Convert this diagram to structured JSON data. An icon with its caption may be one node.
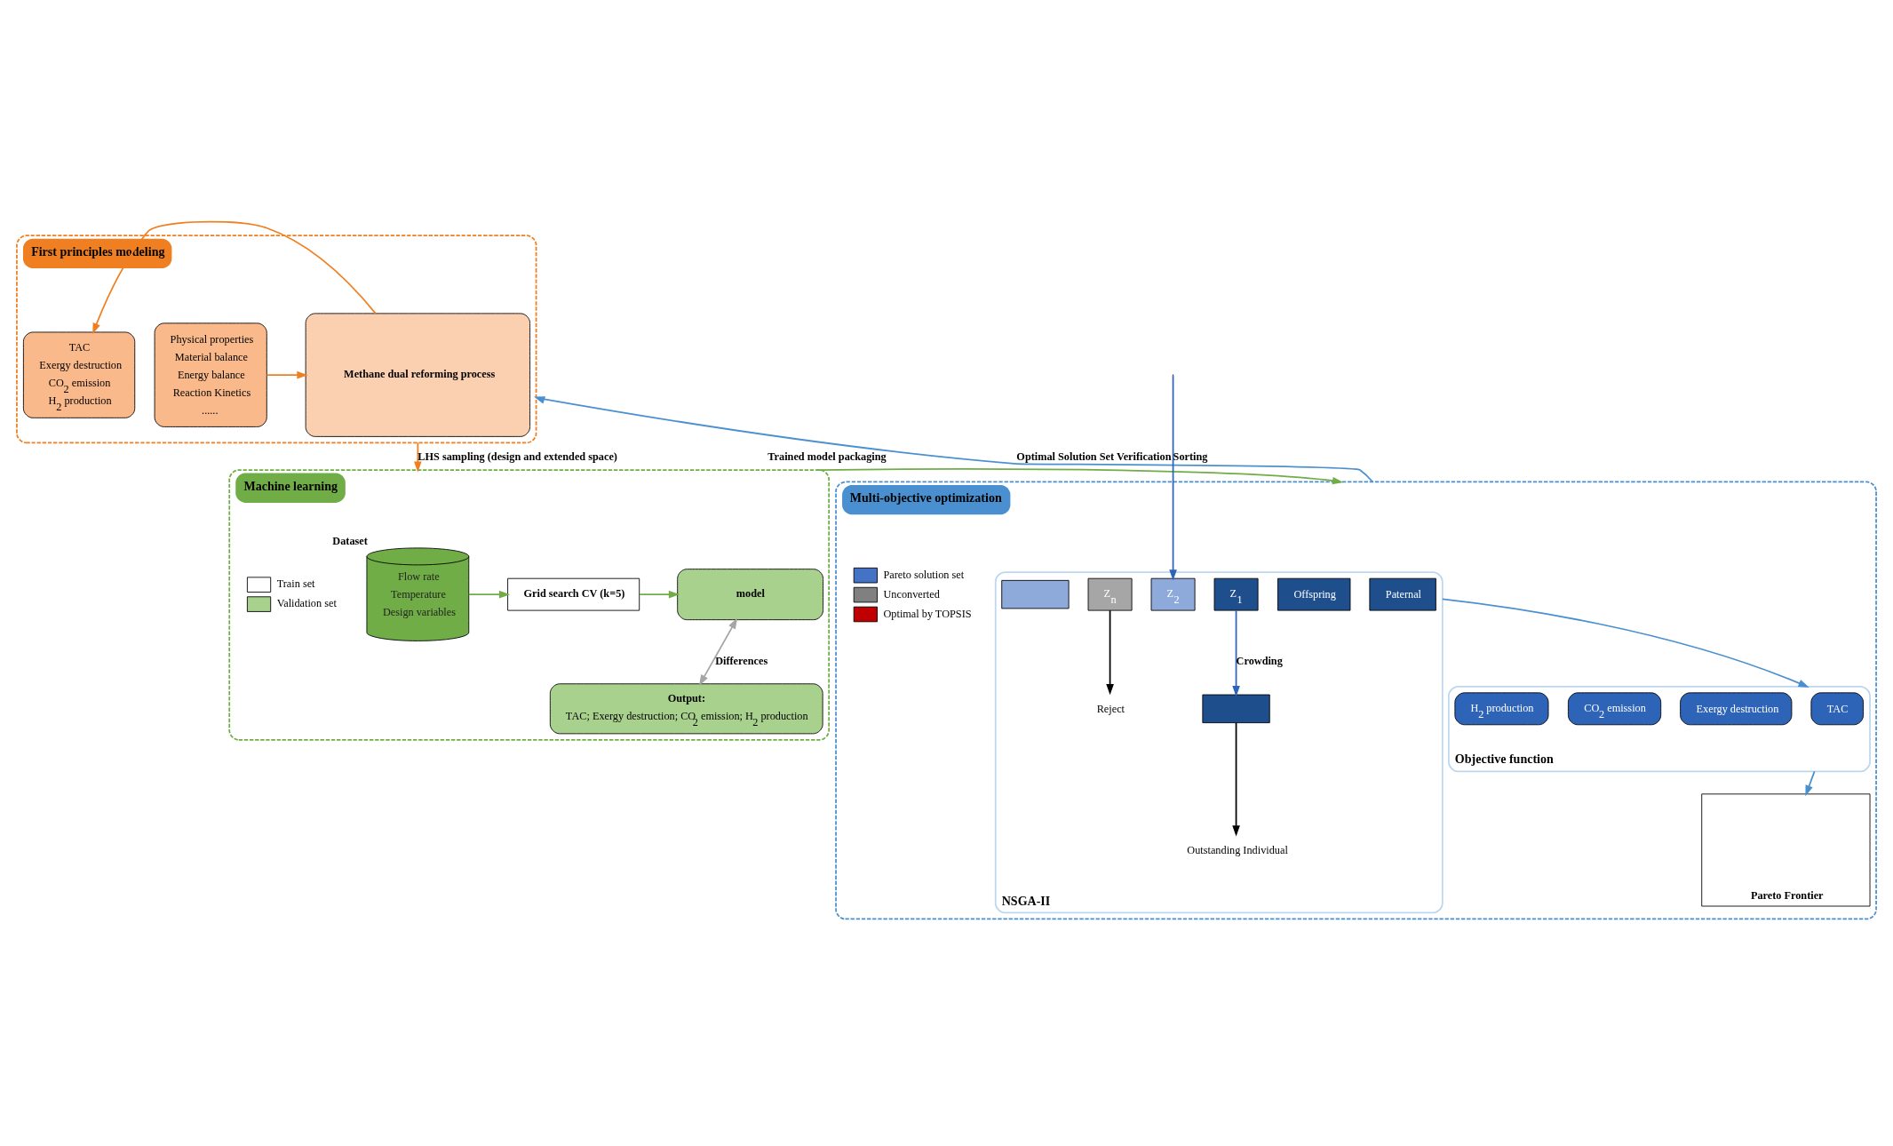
{
  "diagram": {
    "nodes": [
      {
        "text": [
          "First principles modeling"
        ]
      },
      {
        "text": [
          "Methane dual reforming process"
        ],
        "in": 0
      },
      {
        "text": [
          "Physical properties",
          "Material balance",
          "Energy balance",
          "Reaction Kinetics",
          "......"
        ],
        "in": 0
      },
      {
        "text": [
          "TAC",
          "Exergy destruction",
          "CO$_{2}$ emission",
          "H$_{2}$ production"
        ],
        "in": 0
      },
      {
        "text": [
          "Machine learning"
        ]
      },
      {
        "text": [
          "Flow rate",
          "Temperature",
          "Design variables"
        ],
        "beside": [
          "Dataset"
        ],
        "in": 4
      },
      {
        "text": [
          "Grid search CV (k=5)"
        ],
        "in": 4
      },
      {
        "text": [
          "model"
        ],
        "in": 4
      },
      {
        "text": [
          "Output:",
          "TAC; Exergy destruction; CO$_{2}$ emission; H$_{2}$ production"
        ],
        "in": 4
      },
      {
        "text": [
          "Multi-objective optimization"
        ]
      },
      {
        "text": [
          "NSGA-II"
        ],
        "in": 9
      },
      {
        "text": [
          "Paternal"
        ],
        "in": 10
      },
      {
        "text": [
          "Offspring"
        ],
        "in": 10
      },
      {
        "text": [
          "Z$_{1}$"
        ],
        "in": 10
      },
      {
        "text": [
          "Z$_{2}$"
        ],
        "in": 10
      },
      {
        "text": [
          "Z$_{n}$"
        ],
        "in": 10
      },
      {
        "text": [],
        "shape": "box",
        "in": 10
      },
      {
        "text": [],
        "shape": "box",
        "in": 10
      },
      {
        "text": [
          "Outstanding Individual"
        ],
        "in": 10
      },
      {
        "text": [
          "Reject"
        ],
        "in": 10
      },
      {
        "text": [
          "Objective function"
        ],
        "in": 9
      },
      {
        "text": [
          "TAC"
        ],
        "in": 20
      },
      {
        "text": [
          "Exergy destruction"
        ],
        "in": 20
      },
      {
        "text": [
          "CO$_{2}$ emission"
        ],
        "in": 20
      },
      {
        "text": [
          "H$_{2}$ production"
        ],
        "in": 20
      },
      {
        "text": [
          "Pareto Frontier"
        ],
        "in": 9
      }
    ],
    "edges": [
      {
        "from": 2,
        "to": 1,
        "arrow": "to",
        "color": "#f07f22"
      },
      {
        "from": 1,
        "to": 3,
        "arrow": "to",
        "color": "#f07f22"
      },
      {
        "from": 0,
        "to": 4,
        "arrow": "to",
        "label": "LHS sampling (design and extended space)",
        "color": "#f07f22"
      },
      {
        "from": 5,
        "to": 6,
        "arrow": "to",
        "color": "#70ad47"
      },
      {
        "from": 6,
        "to": 7,
        "arrow": "to",
        "color": "#70ad47"
      },
      {
        "from": 7,
        "to": 8,
        "arrow": "both",
        "label": "Differences",
        "color": "#a6a6a6"
      },
      {
        "from": 4,
        "to": 9,
        "arrow": "to",
        "label": "Trained model packaging",
        "color": "#70ad47"
      },
      {
        "from": 9,
        "to": 0,
        "arrow": "to",
        "label": "Optimal Solution Set Verification",
        "color": "#4a90d0"
      },
      {
        "from": null,
        "to": 14,
        "arrow": "to",
        "label": "Sorting",
        "color": "#2e64b8"
      },
      {
        "from": 13,
        "to": 16,
        "arrow": "to",
        "label": "Crowding",
        "color": "#2e64b8"
      },
      {
        "from": 16,
        "to": 18,
        "arrow": "to",
        "color": "#000000"
      },
      {
        "from": 15,
        "to": 19,
        "arrow": "to",
        "color": "#000000"
      },
      {
        "from": 10,
        "to": 20,
        "arrow": "to",
        "color": "#4a90d0"
      },
      {
        "from": 20,
        "to": 25,
        "arrow": "to",
        "color": "#4a90d0"
      }
    ],
    "legend": [
      {
        "text": "Train set",
        "color": "#ffffff"
      },
      {
        "text": "Validation set",
        "color": "#a9d18e"
      },
      {
        "text": "Pareto solution set",
        "color": "#4472c4"
      },
      {
        "text": "Unconverted",
        "color": "#808080"
      },
      {
        "text": "Optimal by TOPSIS",
        "color": "#c00000"
      }
    ]
  }
}
